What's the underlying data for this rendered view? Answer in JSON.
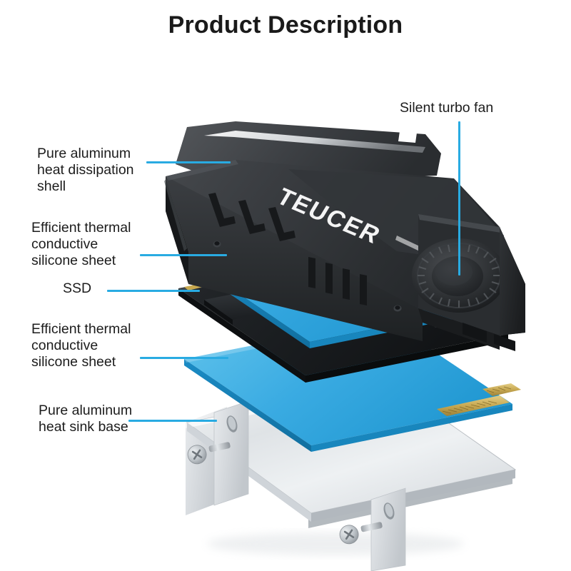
{
  "page": {
    "title": "Product Description",
    "background_color": "#ffffff",
    "accent_color": "#29abe2"
  },
  "product": {
    "brand": "TEUCER",
    "type": "M.2 NVMe SSD heatsink cooler with turbo fan",
    "view": "exploded assembly diagram"
  },
  "callouts": [
    {
      "id": "shell",
      "label": "Pure aluminum\nheat dissipation\nshell",
      "position": "left",
      "points_to": "aluminum-heatsink-shell"
    },
    {
      "id": "silicone-top",
      "label": "Efficient thermal\nconductive\nsilicone sheet",
      "position": "left",
      "points_to": "thermal-pad-top"
    },
    {
      "id": "ssd",
      "label": "SSD",
      "position": "left",
      "points_to": "ssd-module"
    },
    {
      "id": "silicone-bottom",
      "label": "Efficient thermal\nconductive\nsilicone sheet",
      "position": "left",
      "points_to": "thermal-pad-bottom"
    },
    {
      "id": "base",
      "label": "Pure aluminum\nheat sink base",
      "position": "left",
      "points_to": "aluminum-base-plate"
    },
    {
      "id": "fan",
      "label": "Silent turbo fan",
      "position": "top-right",
      "points_to": "turbo-fan"
    }
  ],
  "parts": [
    {
      "id": "aluminum-heatsink-shell",
      "name": "Pure aluminum heat dissipation shell",
      "color": "#2e3033"
    },
    {
      "id": "turbo-fan",
      "name": "Silent turbo fan",
      "color": "#242628"
    },
    {
      "id": "thermal-pad-top",
      "name": "Efficient thermal conductive silicone sheet",
      "color": "#35a8e0"
    },
    {
      "id": "ssd-module",
      "name": "SSD",
      "color": "#1a1c1f"
    },
    {
      "id": "ssd-connector",
      "name": "M.2 gold edge connector",
      "color": "#c9a646"
    },
    {
      "id": "thermal-pad-bottom",
      "name": "Efficient thermal conductive silicone sheet",
      "color": "#35a8e0"
    },
    {
      "id": "aluminum-base-plate",
      "name": "Pure aluminum heat sink base",
      "color": "#d9dcdf"
    },
    {
      "id": "mounting-screw-1",
      "name": "Mounting screw",
      "color": "#b9bdc1"
    },
    {
      "id": "mounting-screw-2",
      "name": "Mounting screw",
      "color": "#b9bdc1"
    }
  ]
}
